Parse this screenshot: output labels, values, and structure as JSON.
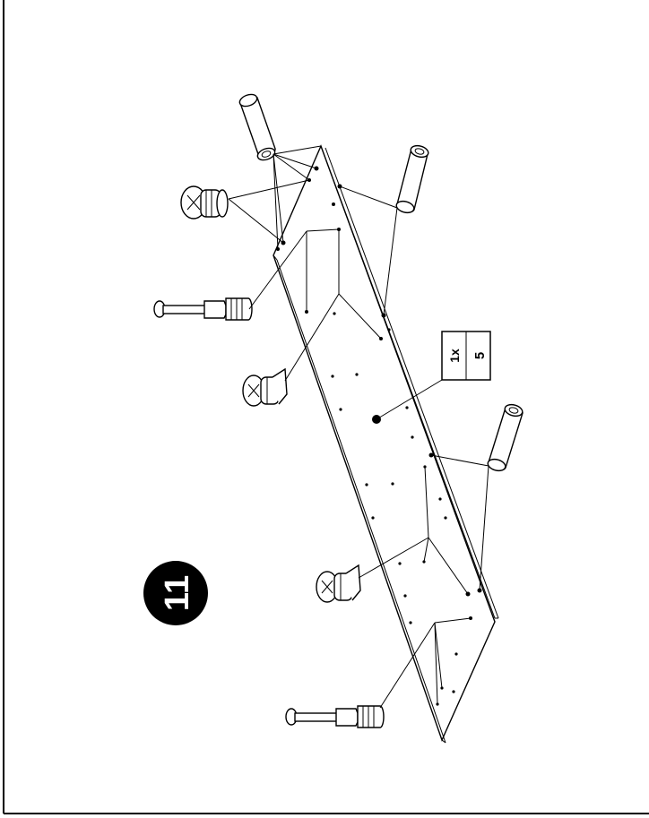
{
  "step": {
    "number": "11"
  },
  "callout": {
    "quantity": "1x",
    "part_number": "5"
  }
}
